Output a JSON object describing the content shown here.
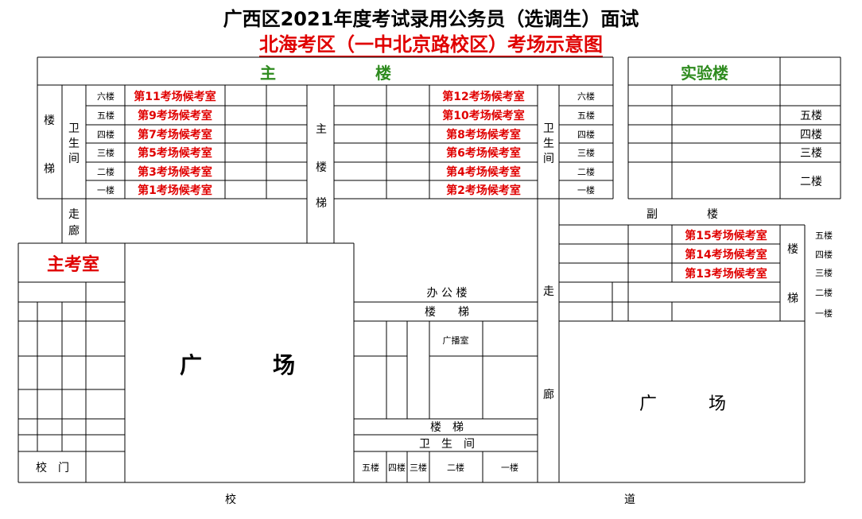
{
  "title": "广西区2021年度考试录用公务员（选调生）面试",
  "subtitle": "北海考区（一中北京路校区）考场示意图",
  "colors": {
    "room_text": "#e00000",
    "building_text": "#2e8b1e",
    "lines": "#000000"
  },
  "main_building": {
    "label_left": "主",
    "label_right": "楼",
    "stairs_left": [
      "楼",
      "梯"
    ],
    "toilet_left": [
      "卫",
      "生",
      "间"
    ],
    "stairs_center": [
      "主",
      "楼",
      "梯"
    ],
    "toilet_right": [
      "卫",
      "生",
      "间"
    ],
    "corridor_left": [
      "走",
      "廊"
    ],
    "corridor_right": [
      "走",
      "廊"
    ],
    "floors_left": [
      "六楼",
      "五楼",
      "四楼",
      "三楼",
      "二楼",
      "一楼"
    ],
    "floors_right": [
      "六楼",
      "五楼",
      "四楼",
      "三楼",
      "二楼",
      "一楼"
    ],
    "rooms_left": [
      "第11考场候考室",
      "第9考场候考室",
      "第7考场候考室",
      "第5考场候考室",
      "第3考场候考室",
      "第1考场候考室"
    ],
    "rooms_right": [
      "第12考场候考室",
      "第10考场候考室",
      "第8考场候考室",
      "第6考场候考室",
      "第4考场候考室",
      "第2考场候考室"
    ]
  },
  "lab_building": {
    "label": "实验楼",
    "floors": [
      "五楼",
      "四楼",
      "三楼",
      "二楼"
    ]
  },
  "annex_building": {
    "label_left": "副",
    "label_right": "楼",
    "stairs": [
      "楼",
      "梯"
    ],
    "rooms": [
      "第15考场候考室",
      "第14考场候考室",
      "第13考场候考室"
    ],
    "floors": [
      "五楼",
      "四楼",
      "三楼",
      "二楼",
      "一楼"
    ]
  },
  "main_exam_room": "主考室",
  "school_gate": "校　门",
  "plaza_left": [
    "广",
    "场"
  ],
  "plaza_right": [
    "广",
    "场"
  ],
  "office_building": {
    "label": "办 公 楼",
    "stairs_top": "楼　　梯",
    "broadcast_room": "广播室",
    "stairs_bottom": "楼　梯",
    "toilet": "卫　生　间",
    "floors": [
      "五楼",
      "四楼",
      "三楼",
      "二楼",
      "一楼"
    ]
  },
  "road": [
    "校",
    "道"
  ]
}
